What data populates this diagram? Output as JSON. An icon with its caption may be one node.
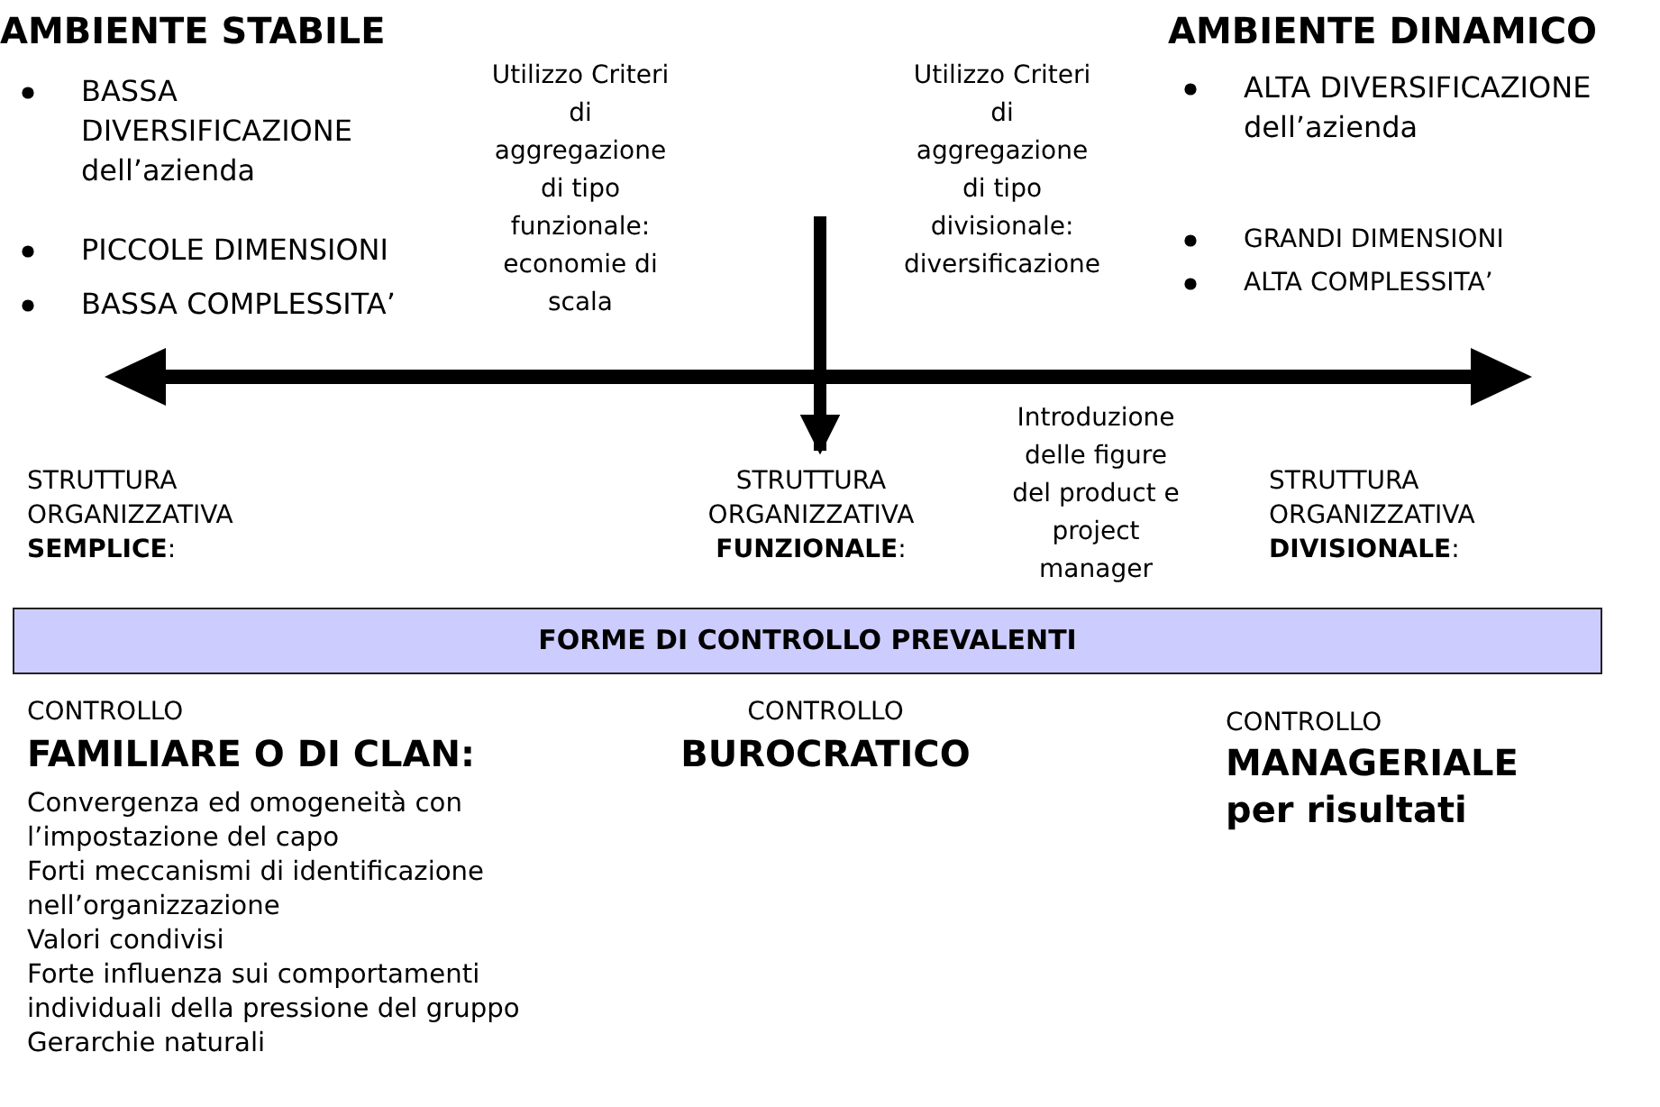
{
  "diagram": {
    "nodes": [
      {
        "text": [
          "FORME DI **CONTROLLO** PREVALENTI"
        ]
      },
      {
        "text": [
          "STRUTTURA ORGANIZZATIVA **FUNZIONALE**:"
        ]
      }
    ],
    "edges": [
      {
        "from": null,
        "to": 1,
        "arrow": "to"
      }
    ],
    "labels": [
      "AMBIENTE STABILE",
      "BASSA DIVERSIFICAZIONE dell’azienda",
      "PICCOLE DIMENSIONI",
      "BASSA COMPLESSITA’",
      "Utilizzo Criteri di aggregazione di tipo funzionale: economie di scala",
      "Utilizzo Criteri di aggregazione di tipo divisionale: diversificazione",
      "AMBIENTE DINAMICO",
      "ALTA DIVERSIFICAZIONE dell’azienda",
      "GRANDI DIMENSIONI",
      "ALTA COMPLESSITA’",
      "STRUTTURA ORGANIZZATIVA **SEMPLICE**:",
      "Introduzione delle figure del product e project manager",
      "STRUTTURA ORGANIZZATIVA **DIVISIONALE**:",
      "CONTROLLO",
      "FAMILIARE O DI CLAN:",
      "Convergenza ed omogeneità con l’impostazione del capo",
      "Forti meccanismi di identificazione nell’organizzazione",
      "Valori condivisi",
      "Forte influenza sui comportamenti individuali della pressione del gruppo",
      "Gerarchie naturali",
      "CONTROLLO",
      "BUROCRATICO",
      "CONTROLLO",
      "MANAGERIALE per risultati"
    ]
  }
}
